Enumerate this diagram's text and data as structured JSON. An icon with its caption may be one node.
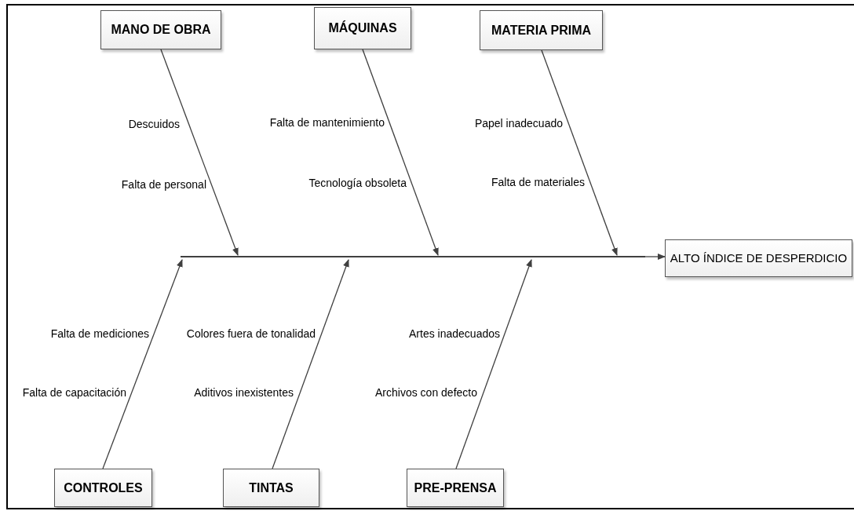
{
  "diagram": {
    "nodes": [
      {
        "text": [
          "MANO DE OBRA"
        ]
      },
      {
        "text": [
          "MÁQUINAS"
        ]
      },
      {
        "text": [
          "MATERIA PRIMA"
        ]
      },
      {
        "text": [],
        "shape": "bar"
      },
      {
        "text": [
          "ALTO ÍNDICE DE DESPERDICIO"
        ]
      },
      {
        "text": [
          "CONTROLES"
        ]
      },
      {
        "text": [
          "TINTAS"
        ]
      },
      {
        "text": [
          "PRE-PRENSA"
        ]
      }
    ],
    "edges": [
      {
        "from": 0,
        "to": 3,
        "arrow": "to"
      },
      {
        "from": 1,
        "to": 3,
        "arrow": "to"
      },
      {
        "from": 2,
        "to": 3,
        "arrow": "to"
      },
      {
        "from": 5,
        "to": 3,
        "arrow": "to"
      },
      {
        "from": 6,
        "to": 3,
        "arrow": "to"
      },
      {
        "from": 7,
        "to": 3,
        "arrow": "to"
      },
      {
        "from": 3,
        "to": 4,
        "arrow": "to"
      }
    ],
    "labels": [
      "Descuidos",
      "Falta de mantenimiento",
      "Papel inadecuado",
      "Falta de personal",
      "Tecnología obsoleta",
      "Falta de materiales",
      "Falta de mediciones",
      "Colores fuera de tonalidad",
      "Artes inadecuados",
      "Falta de capacitación",
      "Aditivos inexistentes",
      "Archivos con defecto"
    ]
  }
}
